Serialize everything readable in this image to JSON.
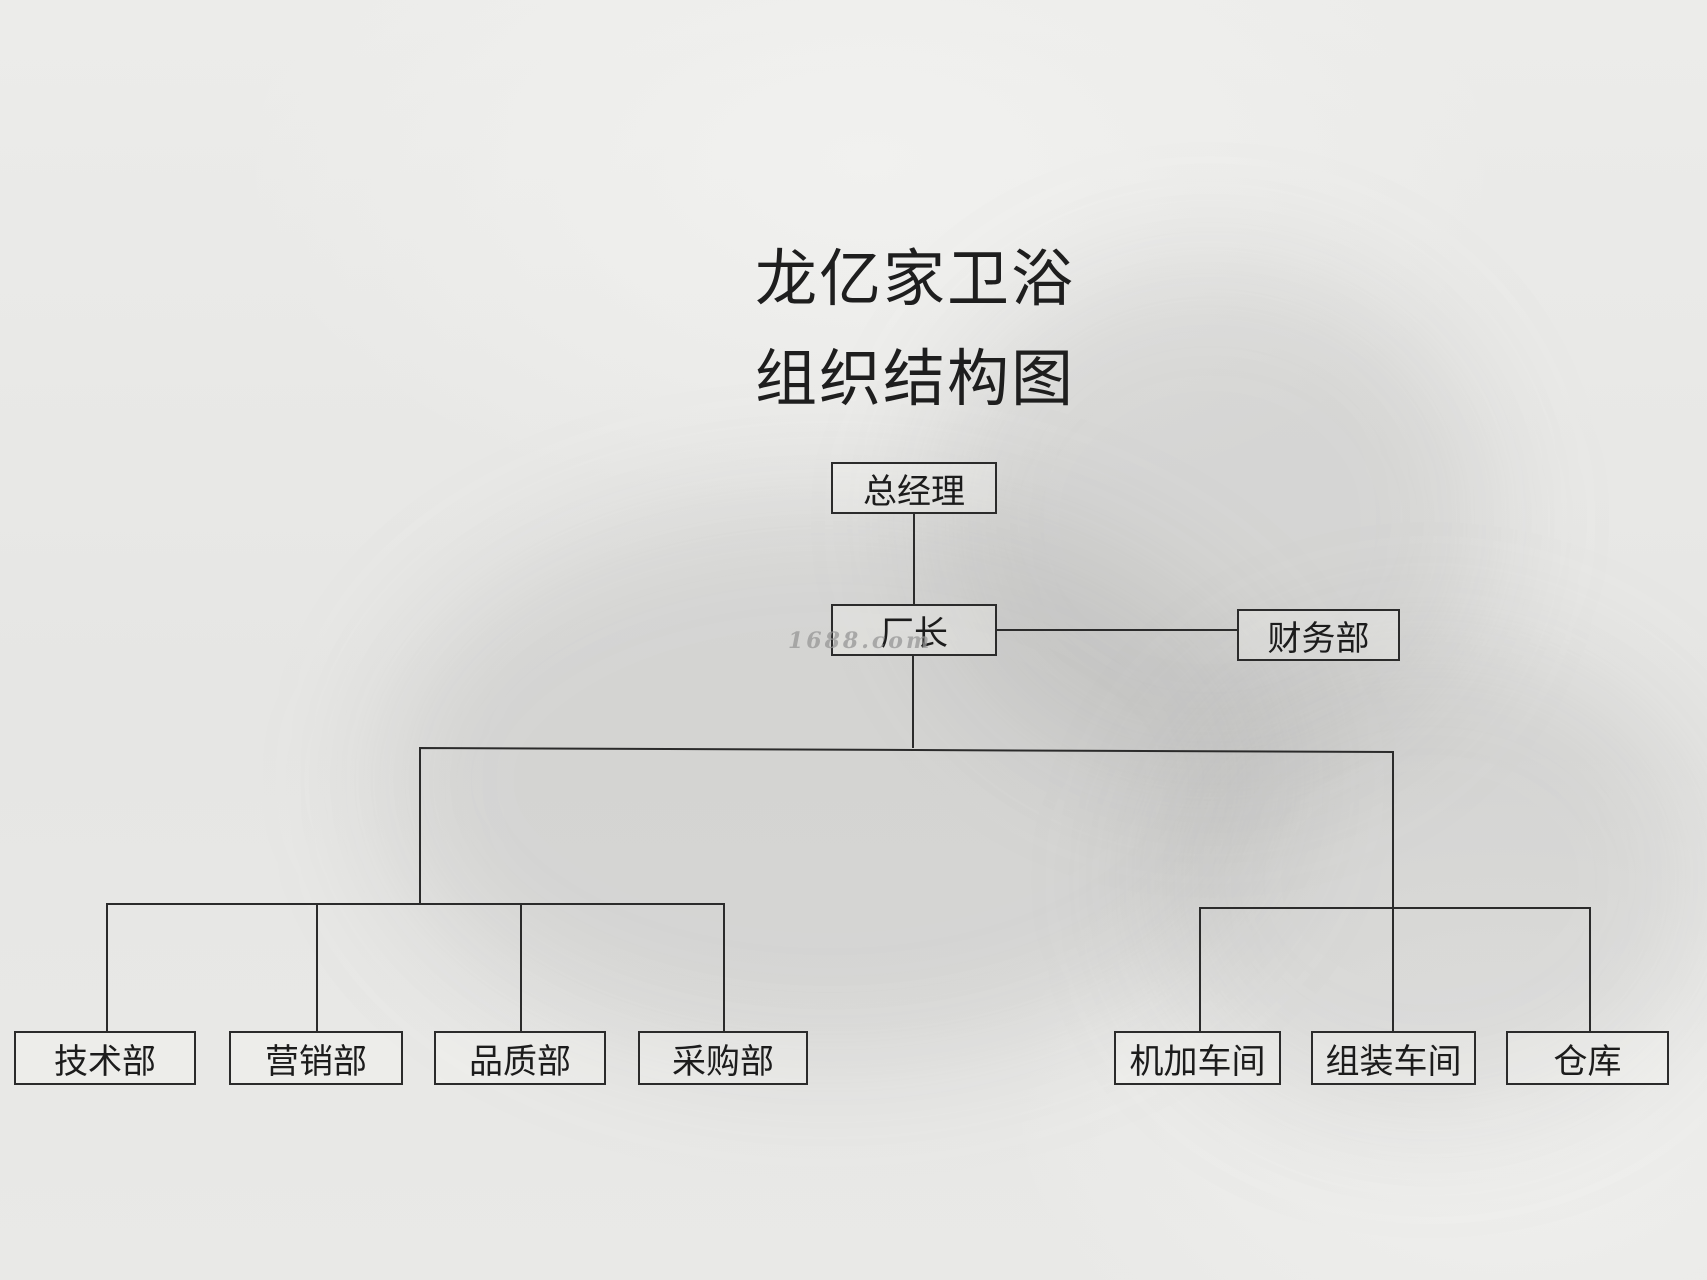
{
  "title": {
    "line1": "龙亿家卫浴",
    "line2": "组织结构图"
  },
  "nodes": {
    "general_manager": "总经理",
    "factory_director": "厂长",
    "finance": "财务部",
    "technology": "技术部",
    "marketing": "营销部",
    "quality": "品质部",
    "purchasing": "采购部",
    "machining_workshop": "机加车间",
    "assembly_workshop": "组装车间",
    "warehouse": "仓库"
  },
  "watermark": "1688.com",
  "colors": {
    "line": "#2b2b2b",
    "text": "#1c1c1c",
    "paper": "#ececea"
  }
}
